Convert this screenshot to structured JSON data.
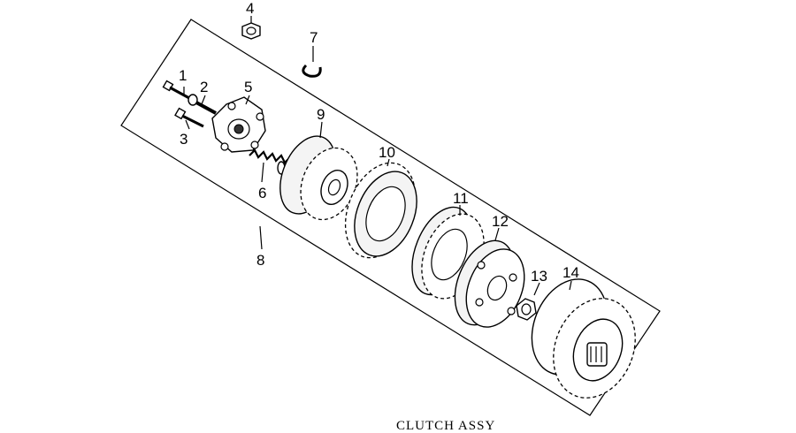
{
  "caption": "CLUTCH ASSY",
  "callouts": [
    {
      "id": "1",
      "label": "1"
    },
    {
      "id": "2",
      "label": "2"
    },
    {
      "id": "3",
      "label": "3"
    },
    {
      "id": "4",
      "label": "4"
    },
    {
      "id": "5",
      "label": "5"
    },
    {
      "id": "6",
      "label": "6"
    },
    {
      "id": "7",
      "label": "7"
    },
    {
      "id": "8",
      "label": "8"
    },
    {
      "id": "9",
      "label": "9"
    },
    {
      "id": "10",
      "label": "10"
    },
    {
      "id": "11",
      "label": "11"
    },
    {
      "id": "12",
      "label": "12"
    },
    {
      "id": "13",
      "label": "13"
    },
    {
      "id": "14",
      "label": "14"
    }
  ]
}
